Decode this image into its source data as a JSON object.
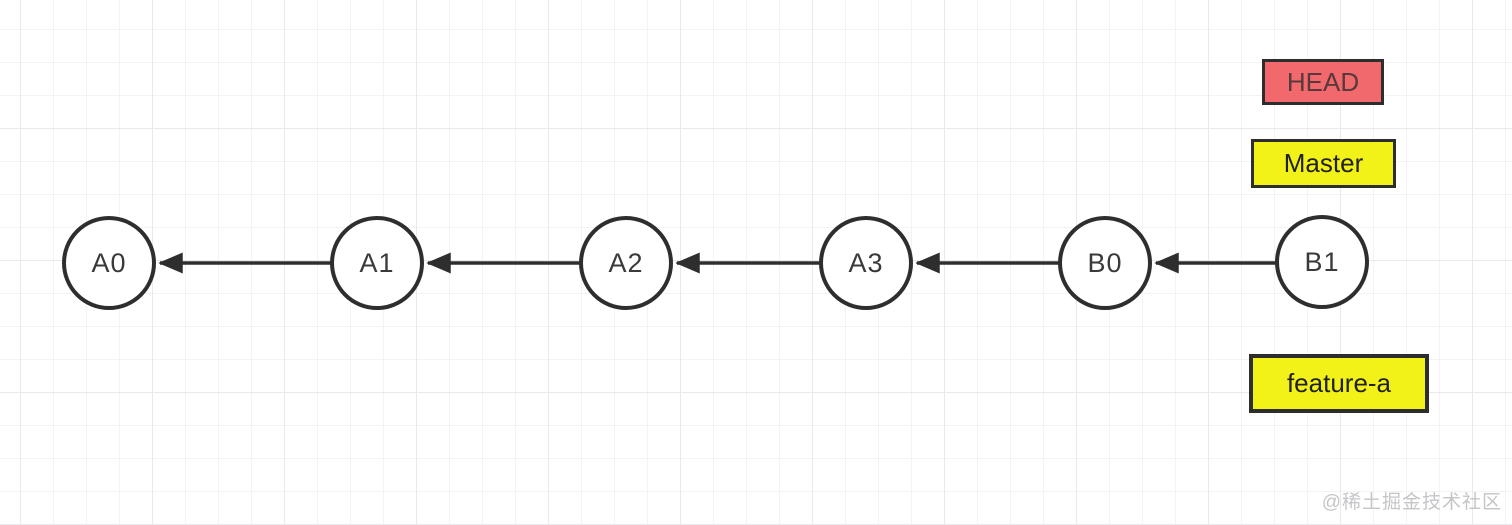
{
  "diagram": {
    "type": "git-commit-graph",
    "commits": [
      "A0",
      "A1",
      "A2",
      "A3",
      "B0",
      "B1"
    ],
    "edges": [
      {
        "from": "A1",
        "to": "A0"
      },
      {
        "from": "A2",
        "to": "A1"
      },
      {
        "from": "A3",
        "to": "A2"
      },
      {
        "from": "B0",
        "to": "A3"
      },
      {
        "from": "B1",
        "to": "B0"
      }
    ],
    "refs": {
      "head": "HEAD",
      "master": "Master",
      "feature": "feature-a"
    },
    "colors": {
      "head_fill": "#f1696c",
      "branch_fill": "#f2f218",
      "stroke": "#2e2e2e",
      "node_fill": "#ffffff"
    }
  },
  "watermark": "@稀土掘金技术社区"
}
